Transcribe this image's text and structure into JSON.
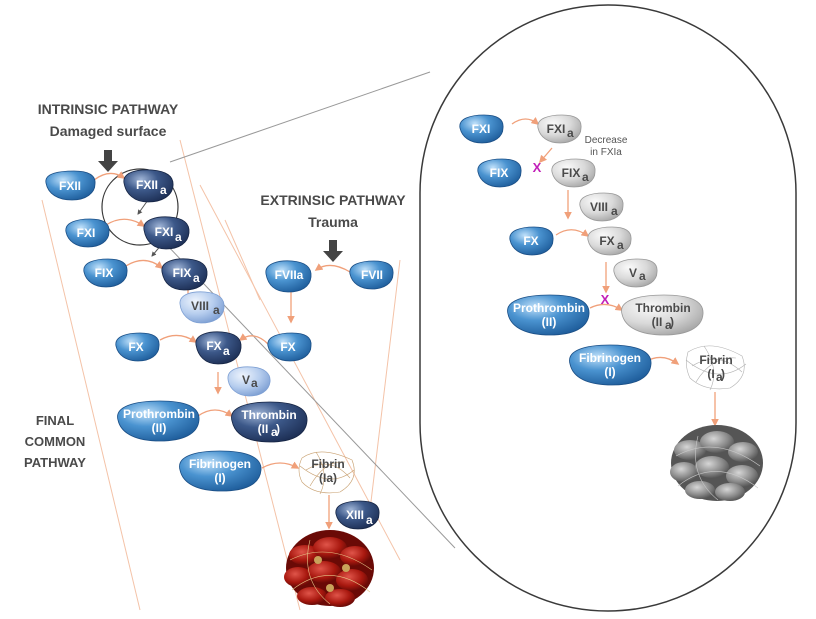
{
  "colors": {
    "factor_blue": "#3a85c4",
    "factor_blue_light": "#7db8e6",
    "activated_navy": "#2f4a7c",
    "cofactor_lavender": "#a9c3ea",
    "gray_factor": "#d4d4d4",
    "arrow_orange": "#f0a07a",
    "inhibit_magenta": "#c21fb8",
    "header_text": "#4a4a4a",
    "clot_red": "#b3201a",
    "clot_gray": "#8a8a8a"
  },
  "headings": {
    "intrinsic_title": "INTRINSIC PATHWAY",
    "intrinsic_sub": "Damaged surface",
    "extrinsic_title": "EXTRINSIC PATHWAY",
    "extrinsic_sub": "Trauma",
    "final_line1": "FINAL",
    "final_line2": "COMMON",
    "final_line3": "PATHWAY"
  },
  "left": {
    "fxii": "FXII",
    "fxiia": "FXII",
    "fxi": "FXI",
    "fxia": "FXI",
    "fix": "FIX",
    "fixa": "FIX",
    "viiia": "VIII",
    "fx_left": "FX",
    "fxa": "FX",
    "fx_right": "FX",
    "fviia": "FVIIa",
    "fvii": "FVII",
    "va": "V",
    "prothrombin_1": "Prothrombin",
    "prothrombin_2": "(II)",
    "thrombin_1": "Thrombin",
    "thrombin_2": "(II",
    "thrombin_3": ")",
    "fibrinogen_1": "Fibrinogen",
    "fibrinogen_2": "(I)",
    "fibrin_1": "Fibrin",
    "fibrin_2": "(Ia)",
    "xiiia": "XIII",
    "sub_a": "a"
  },
  "right": {
    "fxi": "FXI",
    "fxia": "FXI",
    "decrease_1": "Decrease",
    "decrease_2": "in FXIa",
    "fix": "FIX",
    "fixa": "FIX",
    "viiia": "VIII",
    "fx": "FX",
    "fxa": "FX",
    "va": "V",
    "prothrombin_1": "Prothrombin",
    "prothrombin_2": "(II)",
    "thrombin_1": "Thrombin",
    "thrombin_2": "(II",
    "thrombin_3": ")",
    "fibrinogen_1": "Fibrinogen",
    "fibrinogen_2": "(I)",
    "fibrin_1": "Fibrin",
    "fibrin_2": "(I",
    "fibrin_3": ")",
    "x_mark_1": "X",
    "x_mark_2": "X",
    "sub_a": "a"
  }
}
